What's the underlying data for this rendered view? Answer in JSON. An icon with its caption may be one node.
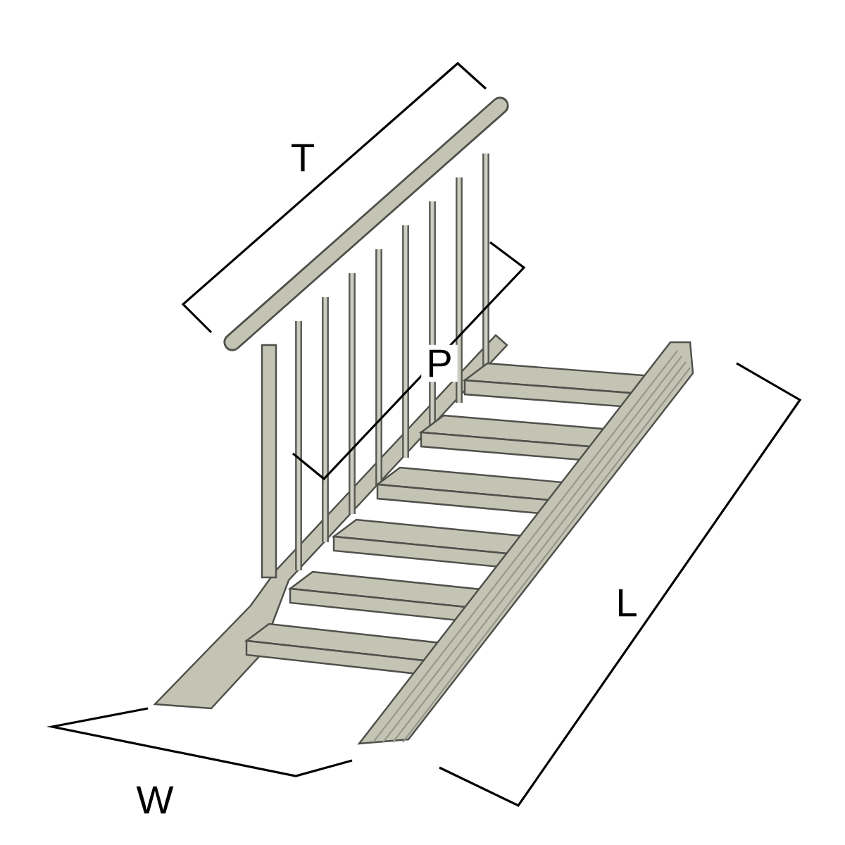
{
  "diagram": {
    "labels": [
      "T",
      "P",
      "L",
      "W"
    ]
  }
}
